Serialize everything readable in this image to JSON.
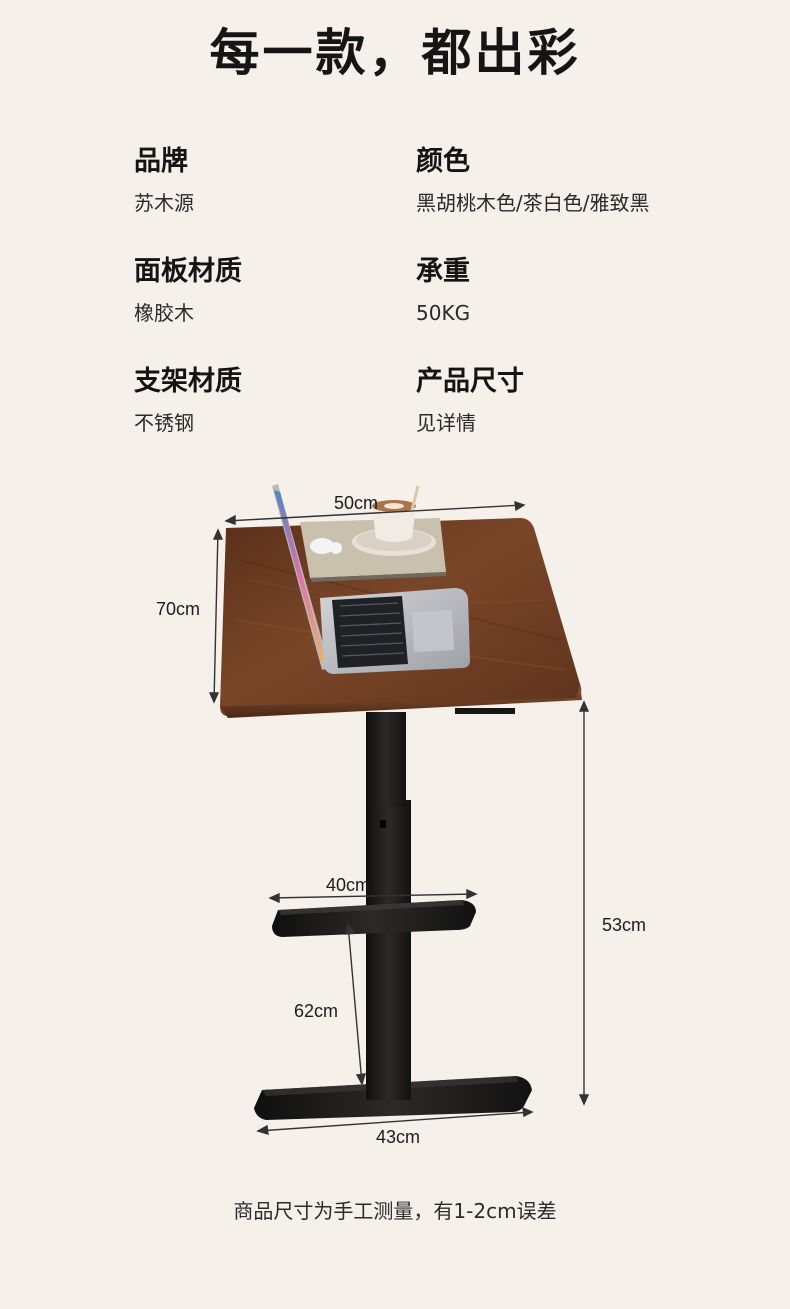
{
  "title": "每一款，都出彩",
  "specs": [
    {
      "label": "品牌",
      "value": "苏木源"
    },
    {
      "label": "颜色",
      "value": "黑胡桃木色/茶白色/雅致黑"
    },
    {
      "label": "面板材质",
      "value": "橡胶木"
    },
    {
      "label": "承重",
      "value": "50KG"
    },
    {
      "label": "支架材质",
      "value": "不锈钢"
    },
    {
      "label": "产品尺寸",
      "value": "见详情"
    }
  ],
  "dimensions": {
    "top_width": "50cm",
    "top_depth": "70cm",
    "total_height": "53cm",
    "upper_foot_width": "40cm",
    "base_height": "62cm",
    "base_width": "43cm"
  },
  "footnote": "商品尺寸为手工测量，有1-2cm误差",
  "colors": {
    "background": "#f6f0ea",
    "wood": "#6b3d22",
    "frame": "#1b1a19"
  }
}
